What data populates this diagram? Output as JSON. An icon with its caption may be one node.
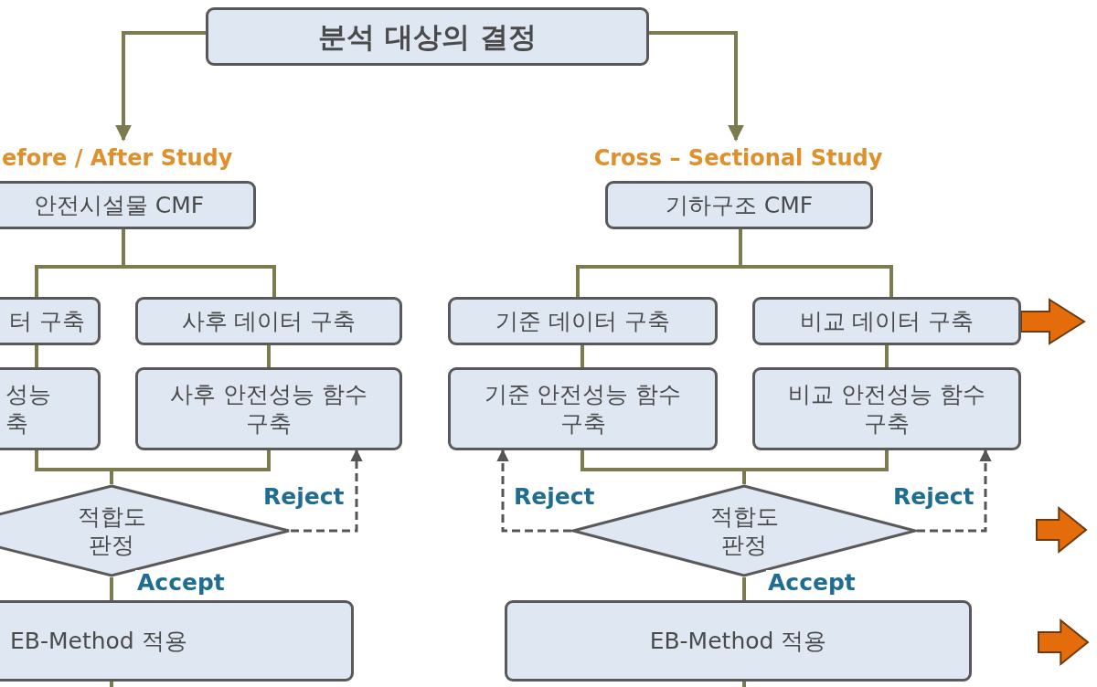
{
  "diagram": {
    "nodes": [
      {
        "text": [
          "분석 대상의 결정"
        ]
      },
      {
        "text": [
          "efore / After Study"
        ]
      },
      {
        "text": [
          "Cross – Sectional Study"
        ]
      },
      {
        "text": [
          "안전시설물 CMF"
        ]
      },
      {
        "text": [
          "기하구조 CMF"
        ]
      },
      {
        "text": [
          "터 구축"
        ]
      },
      {
        "text": [
          "사후 데이터 구축"
        ]
      },
      {
        "text": [
          "기준 데이터 구축"
        ]
      },
      {
        "text": [
          "비교 데이터 구축"
        ]
      },
      {
        "text": [
          "성능 축"
        ]
      },
      {
        "text": [
          "사후 안전성능 함수 구축"
        ]
      },
      {
        "text": [
          "기준 안전성능 함수 구축"
        ]
      },
      {
        "text": [
          "비교 안전성능 함수 구축"
        ]
      },
      {
        "text": [
          "적합도 판정"
        ]
      },
      {
        "text": [
          "적합도 판정"
        ]
      },
      {
        "text": [
          "EB-Method 적용"
        ]
      },
      {
        "text": [
          "EB-Method 적용"
        ]
      }
    ],
    "edges": [
      {
        "from": 0,
        "to": 1,
        "arrow": "to"
      },
      {
        "from": 0,
        "to": 2,
        "arrow": "to"
      },
      {
        "from": 3,
        "to": 5,
        "arrow": "none"
      },
      {
        "from": 3,
        "to": 6,
        "arrow": "none"
      },
      {
        "from": 4,
        "to": 7,
        "arrow": "none"
      },
      {
        "from": 4,
        "to": 8,
        "arrow": "none"
      },
      {
        "from": 5,
        "to": 9,
        "arrow": "none"
      },
      {
        "from": 6,
        "to": 10,
        "arrow": "none"
      },
      {
        "from": 7,
        "to": 11,
        "arrow": "none"
      },
      {
        "from": 8,
        "to": 12,
        "arrow": "none"
      },
      {
        "from": 9,
        "to": 13,
        "arrow": "none"
      },
      {
        "from": 10,
        "to": 13,
        "arrow": "none"
      },
      {
        "from": 11,
        "to": 14,
        "arrow": "none"
      },
      {
        "from": 12,
        "to": 14,
        "arrow": "none"
      },
      {
        "from": 13,
        "to": 15,
        "arrow": "none",
        "label": "Accept"
      },
      {
        "from": 14,
        "to": 16,
        "arrow": "none",
        "label": "Accept"
      },
      {
        "from": 13,
        "to": 10,
        "arrow": "to",
        "label": "Reject",
        "style": "dashed",
        "color": "#555555"
      },
      {
        "from": 14,
        "to": 11,
        "arrow": "to",
        "label": "Reject",
        "style": "dashed",
        "color": "#555555"
      },
      {
        "from": 14,
        "to": 12,
        "arrow": "to",
        "label": "Reject",
        "style": "dashed",
        "color": "#555555"
      },
      {
        "from": 15,
        "to": null,
        "arrow": "none"
      },
      {
        "from": 16,
        "to": null,
        "arrow": "none"
      },
      {
        "from": 8,
        "to": null,
        "arrow": "to",
        "style": "thick",
        "color": "#e46c0a"
      }
    ]
  }
}
